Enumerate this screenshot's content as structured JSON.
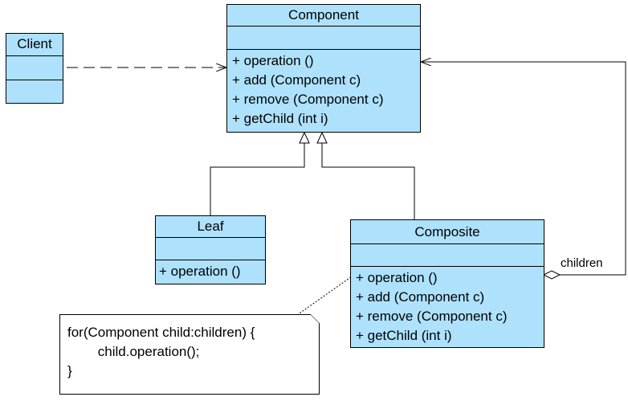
{
  "classes": {
    "component": {
      "name": "Component",
      "operations": [
        "+  operation ()",
        "+  add (Component c)",
        "+  remove (Component c)",
        "+  getChild (int i)"
      ]
    },
    "client": {
      "name": "Client"
    },
    "leaf": {
      "name": "Leaf",
      "operations": [
        "+  operation ()"
      ]
    },
    "composite": {
      "name": "Composite",
      "operations": [
        "+  operation ()",
        "+  add (Component c)",
        "+  remove (Component c)",
        "+  getChild (int i)"
      ]
    }
  },
  "note": {
    "lines": [
      "for(Component child:children) {",
      "        child.operation();",
      "}"
    ]
  },
  "labels": {
    "children": "children"
  },
  "colors": {
    "class_fill": "#aee1fb",
    "line": "#000000"
  }
}
